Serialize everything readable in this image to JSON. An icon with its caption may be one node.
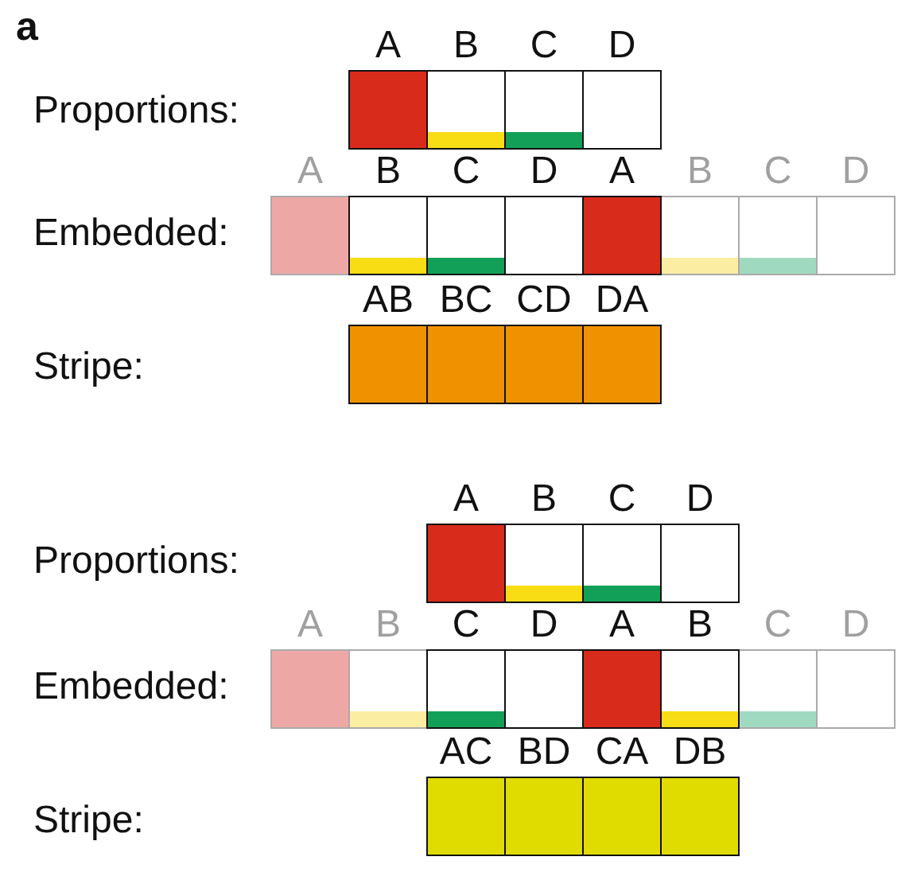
{
  "diagram": {
    "nodes": [
      {
        "text": [
          "A"
        ]
      },
      {
        "text": [
          "B"
        ]
      },
      {
        "text": [
          "C"
        ]
      },
      {
        "text": [
          "D"
        ]
      },
      {
        "text": [
          "A"
        ]
      },
      {
        "text": [
          "B"
        ]
      },
      {
        "text": [
          "C"
        ]
      },
      {
        "text": [
          "D"
        ]
      },
      {
        "text": [
          "A"
        ]
      },
      {
        "text": [
          "B"
        ]
      },
      {
        "text": [
          "C"
        ]
      },
      {
        "text": [
          "D"
        ]
      },
      {
        "text": [
          "AB"
        ]
      },
      {
        "text": [
          "BC"
        ]
      },
      {
        "text": [
          "CD"
        ]
      },
      {
        "text": [
          "DA"
        ]
      },
      {
        "text": [
          "A"
        ]
      },
      {
        "text": [
          "B"
        ]
      },
      {
        "text": [
          "C"
        ]
      },
      {
        "text": [
          "D"
        ]
      },
      {
        "text": [
          "A"
        ]
      },
      {
        "text": [
          "B"
        ]
      },
      {
        "text": [
          "C"
        ]
      },
      {
        "text": [
          "D"
        ]
      },
      {
        "text": [
          "A"
        ]
      },
      {
        "text": [
          "B"
        ]
      },
      {
        "text": [
          "C"
        ]
      },
      {
        "text": [
          "D"
        ]
      },
      {
        "text": [
          "AC"
        ]
      },
      {
        "text": [
          "BD"
        ]
      },
      {
        "text": [
          "CA"
        ]
      },
      {
        "text": [
          "DB"
        ]
      }
    ],
    "labels": [
      "a",
      "Proportions:",
      "Embedded:",
      "Stripe:",
      "Proportions:",
      "Embedded:",
      "Stripe:"
    ]
  }
}
